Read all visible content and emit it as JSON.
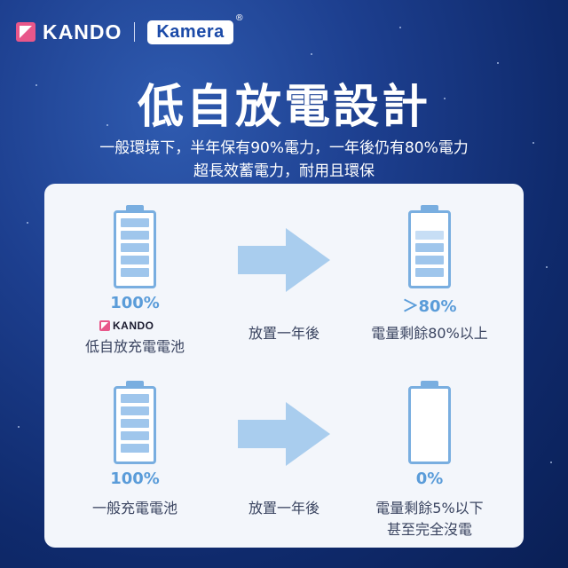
{
  "header": {
    "brand_kando": "KANDO",
    "brand_kamera": "Kamera",
    "registered_mark": "®"
  },
  "title": "低自放電設計",
  "subtitle_lines": [
    "一般環境下，半年保有90%電力，一年後仍有80%電力",
    "超長效蓄電力，耐用且環保"
  ],
  "rows": [
    {
      "left_percent": "100%",
      "left_brand": "KANDO",
      "left_label": "低自放充電電池",
      "middle_label": "放置一年後",
      "right_percent": "＞80%",
      "right_label_lines": [
        "電量剩餘80%以上"
      ],
      "right_fill_level": 0.8
    },
    {
      "left_percent": "100%",
      "left_label": "一般充電電池",
      "middle_label": "放置一年後",
      "right_percent": "0%",
      "right_label_lines": [
        "電量剩餘5%以下",
        "甚至完全沒電"
      ],
      "right_fill_level": 0
    }
  ],
  "colors": {
    "background": "#1d3f8f",
    "panel": "#f3f6fb",
    "accent_blue": "#5a9cd9",
    "battery_blue": "#79aee0",
    "arrow_blue": "#a9cdee",
    "kando_pink": "#e8578a"
  }
}
